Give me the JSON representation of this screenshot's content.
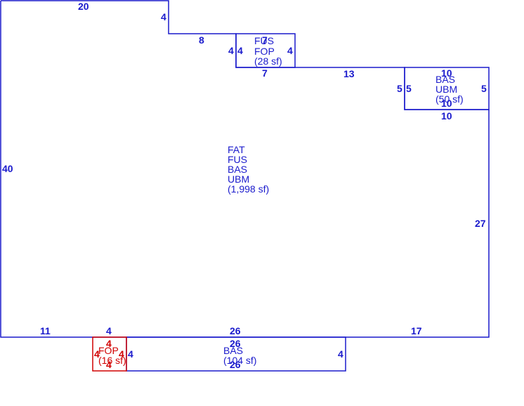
{
  "main_area": {
    "lines": [
      "FAT",
      "FUS",
      "BAS",
      "UBM",
      "(1,998 sf)"
    ]
  },
  "fus_fop": {
    "lines": [
      "FUS",
      "FOP",
      "(28 sf)"
    ],
    "dims": {
      "top": "7",
      "left": "4",
      "right": "4",
      "bottom": "7"
    }
  },
  "bas_ubm_right": {
    "lines": [
      "BAS",
      "UBM",
      "(50 sf)"
    ],
    "dims": {
      "top": "10",
      "left": "5",
      "right": "5",
      "bottom": "10"
    }
  },
  "bas_bottom": {
    "lines": [
      "BAS",
      "(104 sf)"
    ],
    "dims": {
      "top": "26",
      "bottom": "26",
      "left": "4",
      "right": "4"
    }
  },
  "fop_bottom": {
    "lines": [
      "FOP",
      "(16 sf)"
    ],
    "dims": {
      "top": "4",
      "bottom": "4",
      "left": "4",
      "right": "4"
    }
  },
  "outline_dims": {
    "top_left": "20",
    "step_down": "4",
    "step_run": "8",
    "step_left_of_fus": "4",
    "right_of_fus": "13",
    "left_side": "40",
    "right_side": "27",
    "right_inner": "10",
    "bottom_a": "11",
    "bottom_b": "4",
    "bottom_c": "26",
    "bottom_d": "17"
  },
  "colors": {
    "line": "#1a1acc",
    "porch": "#d10000"
  }
}
